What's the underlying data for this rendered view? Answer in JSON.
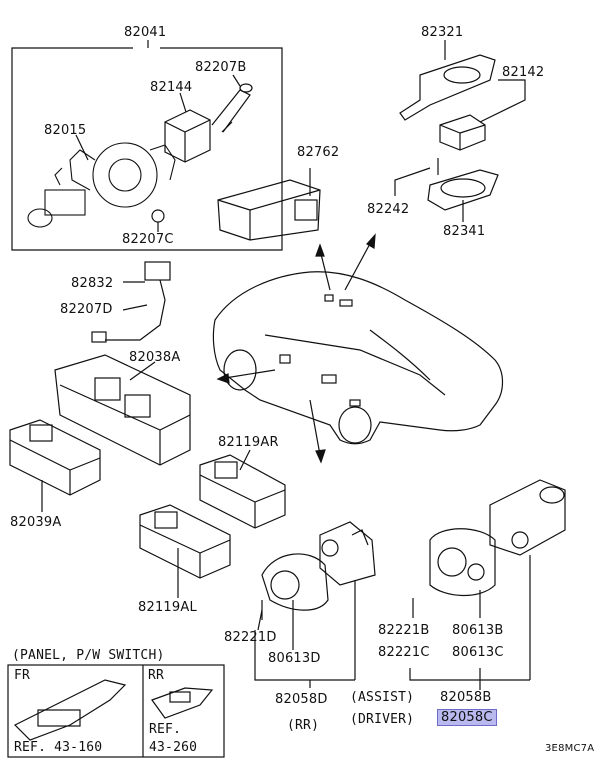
{
  "diagram": {
    "parts": {
      "p82041": "82041",
      "p82207B": "82207B",
      "p82144": "82144",
      "p82015": "82015",
      "p82207C": "82207C",
      "p82321": "82321",
      "p82142": "82142",
      "p82762": "82762",
      "p82242": "82242",
      "p82341": "82341",
      "p82832": "82832",
      "p82207D": "82207D",
      "p82038A": "82038A",
      "p82039A": "82039A",
      "p82119AR": "82119AR",
      "p82119AL": "82119AL",
      "p82221D": "82221D",
      "p80613D": "80613D",
      "p82221B": "82221B",
      "p80613B": "80613B",
      "p82221C": "82221C",
      "p80613C": "80613C",
      "p82058D": "82058D",
      "rr": "(RR)",
      "assist": "(ASSIST)",
      "p82058B": "82058B",
      "driver": "(DRIVER)",
      "p82058C": "82058C"
    },
    "legend": {
      "title": "(PANEL, P/W SWITCH)",
      "fr": "FR",
      "rr": "RR",
      "ref_fr": "REF. 43-160",
      "ref_prefix": "REF.",
      "ref_rr": "43-260"
    },
    "code": "3E8MC7A",
    "highlight_color": "#b9b9ef"
  }
}
